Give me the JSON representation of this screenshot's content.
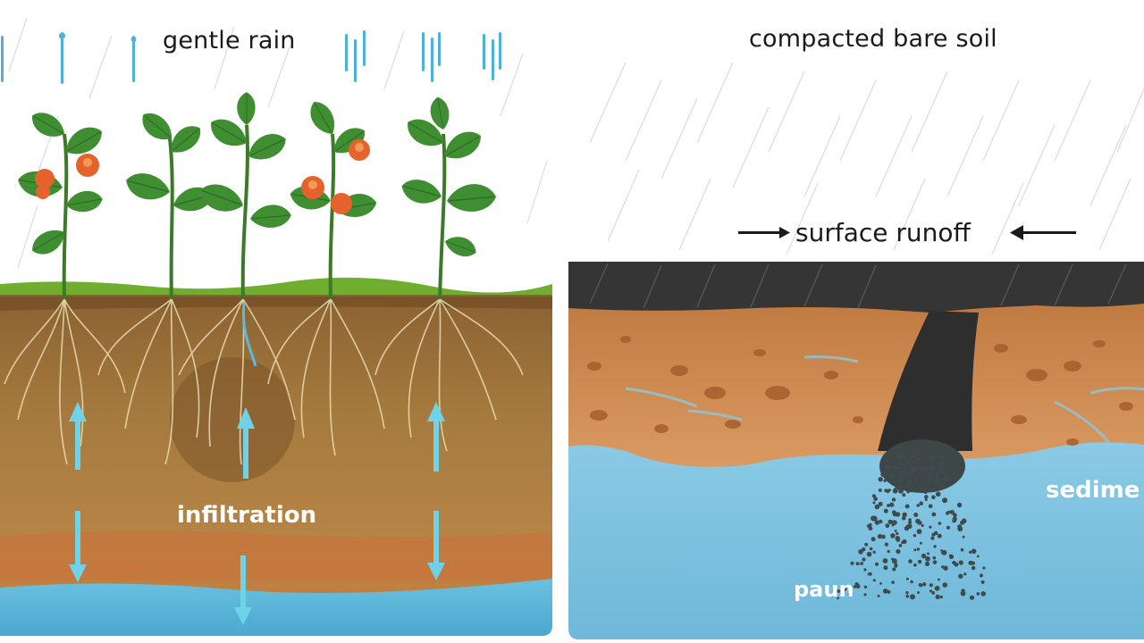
{
  "left_panel": {
    "title": "gentle rain",
    "label_infiltration": "infiltration"
  },
  "right_panel": {
    "title": "compacted bare soil",
    "label_runoff": "surface runoff",
    "label_sediment": "sedime",
    "label_path": "paun"
  },
  "colors": {
    "rain_drop": "#4fb0d8",
    "leaf": "#3f8f32",
    "flower": "#e6622c",
    "root": "#d8c79a",
    "soil_left": "#a57a3e",
    "soil_right": "#cf8d55",
    "water": "#79c3e0",
    "arrow": "#6fd3e8",
    "crust": "#3a3a3a"
  },
  "icons": [
    "rain-drop-icon",
    "plant-icon",
    "flower-icon",
    "up-arrow-icon",
    "down-arrow-icon",
    "left-arrow-icon",
    "right-arrow-icon"
  ]
}
